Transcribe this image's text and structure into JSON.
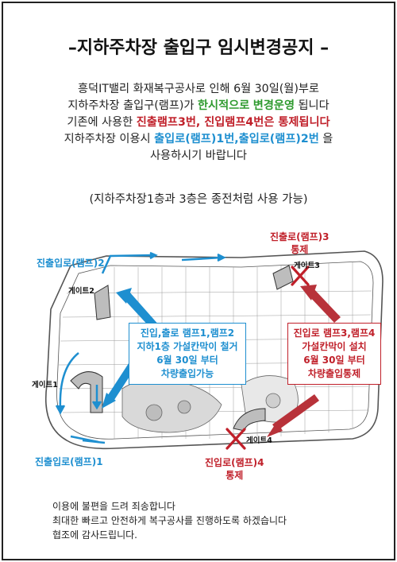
{
  "title": "–지하주차장 출입구 임시변경공지 –",
  "body": {
    "line1": "흥덕IT밸리 화재복구공사로 인해 6월 30일(월)부로",
    "line2_pre": "지하주차장 출입구(램프)가 ",
    "line2_green1": "한시적으로",
    "line2_space": " ",
    "line2_green2": "변경운영",
    "line2_post": " 됩니다",
    "line3_pre": "기존에 사용한 ",
    "line3_red": "진출램프3번, 진입램프4번은 통제됩니다",
    "line4_pre": "지하주차장 이용시 ",
    "line4_blue": "출입로(램프)1번,출입로(램프)2번",
    "line4_post": " 을",
    "line5": "사용하시기 바랍니다"
  },
  "note": "(지하주차장1층과 3층은 종전처럼 사용 가능)",
  "map": {
    "ramp2_label": "진출입로(램프)2",
    "ramp1_label": "진출입로(램프)1",
    "ramp3_label_line1": "진출로(램프)3",
    "ramp3_label_line2": "통제",
    "ramp4_label_line1": "진입로(램프)4",
    "ramp4_label_line2": "통제",
    "gate1": "게이트1",
    "gate2": "게이트2",
    "gate3": "게이트3",
    "gate4": "게이트4",
    "blue_callout": [
      "진입,출로 램프1,램프2",
      "지하1층 가설칸막이 철거",
      "6월 30일 부터",
      "차량출입가능"
    ],
    "red_callout": [
      "진입로 램프3,램프4",
      "가설칸막이 설치",
      "6월 30일 부터",
      "차량출입통제"
    ],
    "colors": {
      "blue": "#1e8fd0",
      "red": "#c0202a",
      "green": "#2e9a2e"
    }
  },
  "footer": {
    "line1": "이용에 불편을 드려 죄송합니다",
    "line2": "최대한 빠르고 안전하게 복구공사를 진행하도록 하겠습니다",
    "line3": "협조에 감사드립니다."
  }
}
